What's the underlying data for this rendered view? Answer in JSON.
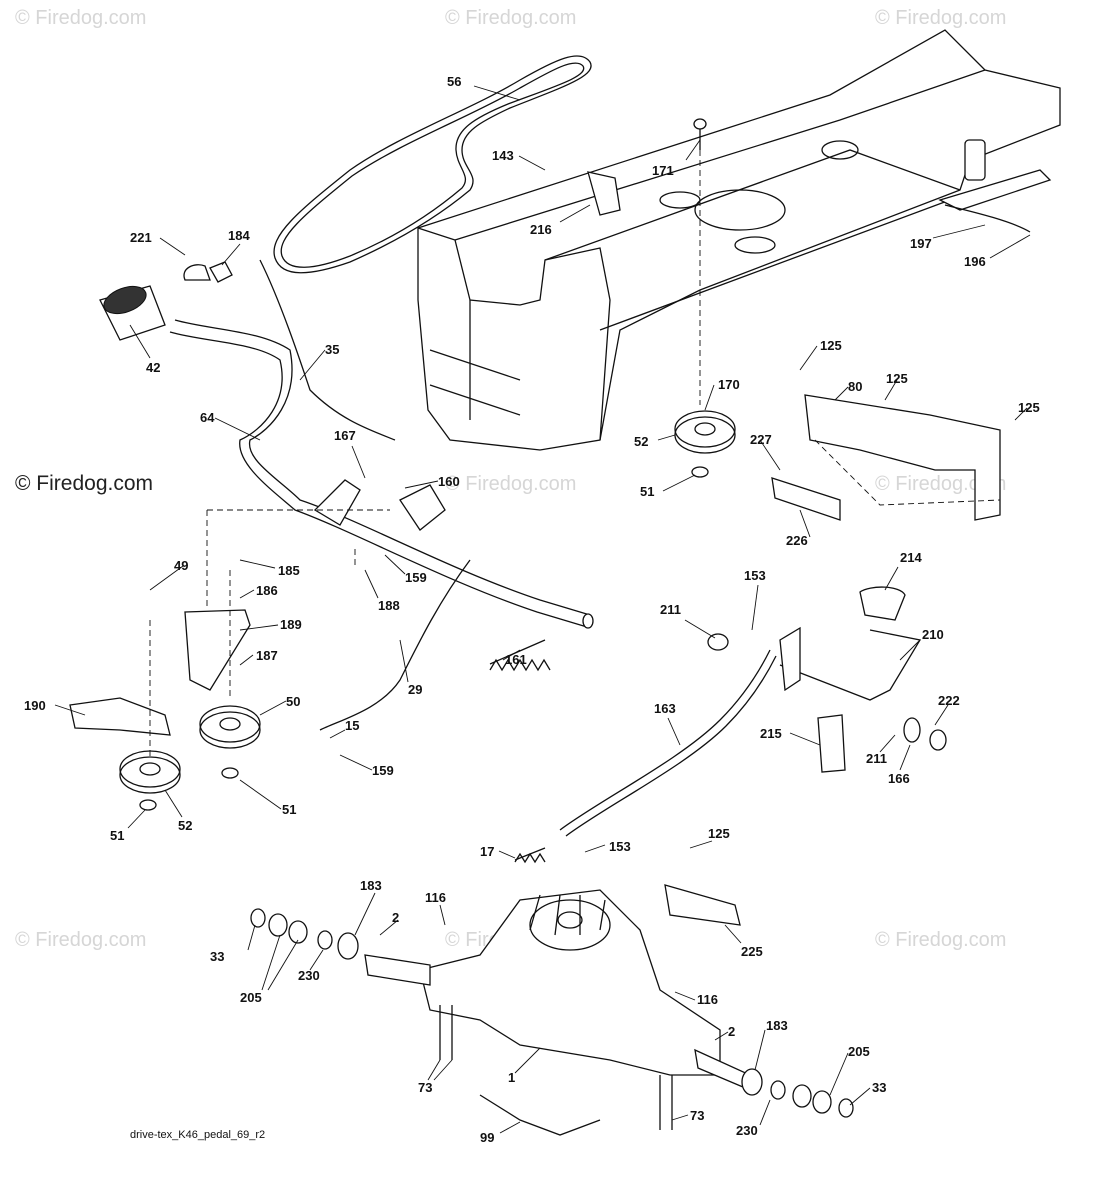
{
  "watermarks": {
    "text": "© Firedog.com",
    "main_text": "© Firedog.com"
  },
  "footer": {
    "drawing_id": "drive-tex_K46_pedal_69_r2"
  },
  "callouts": [
    "56",
    "143",
    "171",
    "216",
    "221",
    "184",
    "42",
    "35",
    "64",
    "167",
    "160",
    "197",
    "196",
    "125",
    "80",
    "125",
    "125",
    "227",
    "170",
    "52",
    "51",
    "226",
    "49",
    "185",
    "186",
    "189",
    "187",
    "188",
    "159",
    "190",
    "50",
    "51",
    "52",
    "51",
    "29",
    "161",
    "15",
    "159",
    "153",
    "211",
    "214",
    "210",
    "222",
    "163",
    "215",
    "211",
    "166",
    "17",
    "153",
    "125",
    "183",
    "116",
    "2",
    "33",
    "205",
    "230",
    "225",
    "116",
    "2",
    "183",
    "205",
    "73",
    "1",
    "33",
    "230",
    "73",
    "99"
  ]
}
